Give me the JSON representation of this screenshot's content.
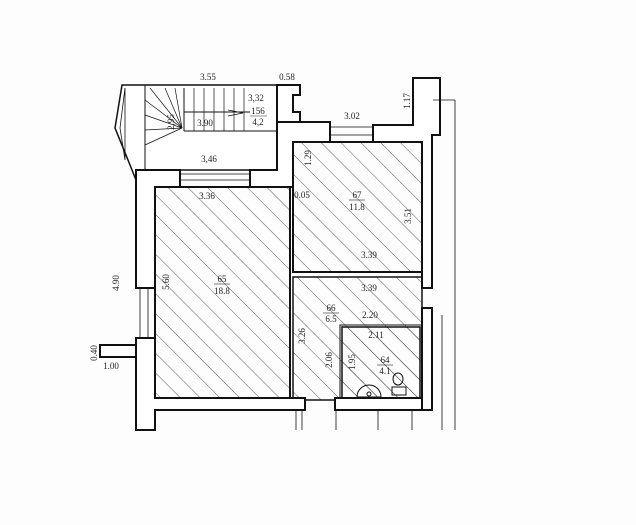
{
  "rooms": [
    {
      "number": "156",
      "area": "4,2"
    },
    {
      "number": "65",
      "area": "18.8"
    },
    {
      "number": "67",
      "area": "11.8"
    },
    {
      "number": "66",
      "area": "6.5"
    },
    {
      "number": "64",
      "area": "4.1"
    }
  ],
  "dimensions": {
    "stair_top": "3.55",
    "stair_wall": "0.58",
    "stair_inner": "3,32",
    "stair_length": "3.90",
    "stair_diag": "2,95",
    "corridor": "3,46",
    "top_door": "3.02",
    "right_top": "1.17",
    "room65_top": "3.36",
    "gap": "0.05",
    "room67_left": "1.29",
    "room67_right": "3.51",
    "room67_bottom": "3.39",
    "room66_top": "3.39",
    "room65_height": "5.60",
    "outer_height": "4.90",
    "stub_height": "0.40",
    "stub_width": "1.00",
    "room66_left": "3.26",
    "room66_inner": "2.06",
    "room64_outer": "2.20",
    "room64_inner": "2.11",
    "room64_height": "1.95"
  },
  "colors": {
    "ink": "#1a1a1a",
    "hatch": "#333333",
    "paper": "#fdfdfd"
  }
}
